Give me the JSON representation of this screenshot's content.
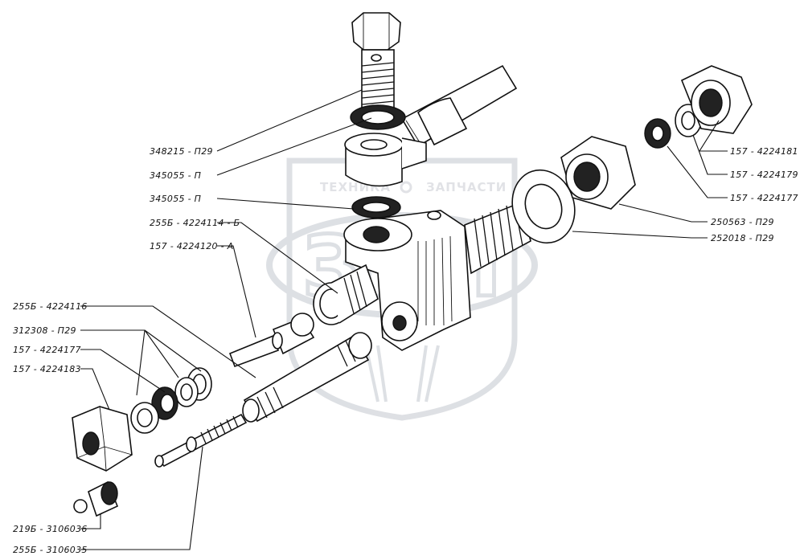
{
  "watermark": {
    "top_text_left": "ТЕХНИКА",
    "top_text_right": "ЗАПЧАСТИ",
    "logo_text": "ЗИП"
  },
  "labels": {
    "l_348215_p29": "348215 - П29",
    "l_345055_p_a": "345055 - П",
    "l_345055_p_b": "345055 - П",
    "l_255b_4224114_b": "255Б - 4224114 - Б",
    "l_157_4224120_a": "157 - 4224120 - А",
    "l_255b_4224116": "255Б - 4224116",
    "l_312308_p29": "312308 - П29",
    "l_157_4224177_left": "157 -  4224177",
    "l_157_4224183": "157 -  4224183",
    "l_219b_3106036": "219Б - 3106036",
    "l_255b_3106035": "255Б - 3106035",
    "l_157_4224181": "157 - 4224181",
    "l_157_4224179": "157 -  4224179",
    "l_157_4224177_right": "157 -  4224177",
    "l_250563_p29": "250563 - П29",
    "l_252018_p29": "252018 - П29"
  }
}
